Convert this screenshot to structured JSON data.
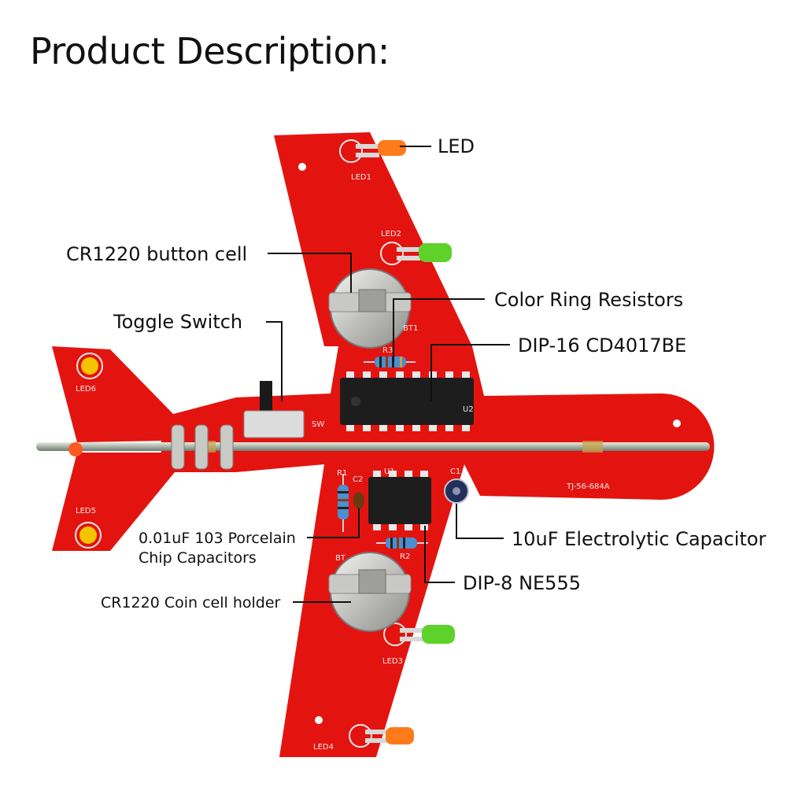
{
  "title": "Product Description:",
  "labels": {
    "led": "LED",
    "cr1220_button_cell": "CR1220 button cell",
    "color_ring_resistors": "Color Ring Resistors",
    "toggle_switch": "Toggle Switch",
    "dip16": "DIP-16 CD4017BE",
    "porcelain_caps_line1": "0.01uF 103 Porcelain",
    "porcelain_caps_line2": "Chip Capacitors",
    "electrolytic_cap": "10uF Electrolytic Capacitor",
    "dip8": "DIP-8 NE555",
    "coin_cell_holder": "CR1220 Coin cell holder"
  },
  "silkscreen": {
    "led1": "LED1",
    "led2": "LED2",
    "led3": "LED3",
    "led4": "LED4",
    "led5": "LED5",
    "led6": "LED6",
    "bt1": "BT1",
    "bt": "BT",
    "r1": "R1",
    "r2": "R2",
    "r3": "R3",
    "c1": "C1",
    "c2": "C2",
    "u1": "U1",
    "u2": "U2",
    "sw": "SW",
    "board_id": "TJ-56-684A"
  },
  "colors": {
    "pcb": "#e3140f",
    "led_orange": "#ff7a1a",
    "led_green": "#5ed22a",
    "led_yellow": "#f5c400",
    "ic_body": "#1d1d1d",
    "rod": "#b9c2b7"
  },
  "icons": [
    "airplane-pcb",
    "ic-chip",
    "led",
    "resistor",
    "coin-cell",
    "capacitor",
    "toggle-switch"
  ]
}
